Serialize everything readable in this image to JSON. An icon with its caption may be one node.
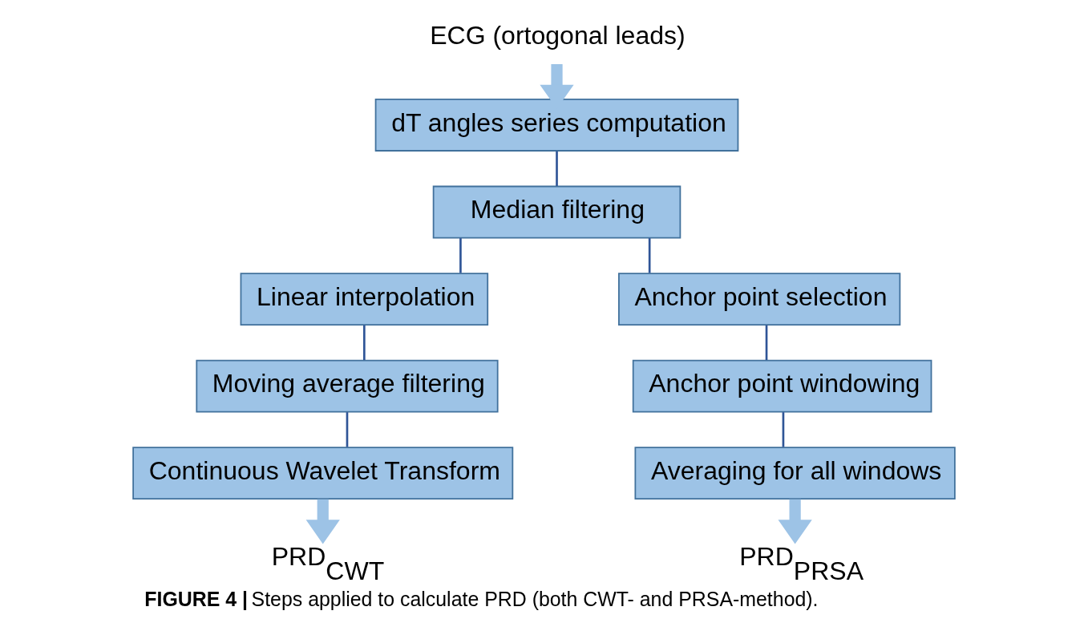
{
  "diagram": {
    "caption": "**FIGURE 4 |** Steps applied to calculate PRD (both CWT- and PRSA-method).",
    "nodes": [
      {
        "text": [
          "ECG (ortogonal leads)"
        ]
      },
      {
        "text": [
          "dT angles series computation"
        ]
      },
      {
        "text": [
          "Median filtering"
        ]
      },
      {
        "text": [
          "Linear interpolation"
        ]
      },
      {
        "text": [
          "Moving average filtering"
        ]
      },
      {
        "text": [
          "Continuous Wavelet Transform"
        ]
      },
      {
        "text": [
          "PRD$_{CWT}$"
        ]
      },
      {
        "text": [
          "Anchor point selection"
        ]
      },
      {
        "text": [
          "Anchor point windowing"
        ]
      },
      {
        "text": [
          "Averaging for all windows"
        ]
      },
      {
        "text": [
          "PRD$_{PRSA}$"
        ]
      }
    ],
    "edges": [
      {
        "from": 0,
        "to": 1,
        "arrow": "to",
        "style": "thick",
        "color": "#9dc3e6"
      },
      {
        "from": 1,
        "to": 2,
        "arrow": "none"
      },
      {
        "from": 2,
        "to": 3,
        "arrow": "none"
      },
      {
        "from": 2,
        "to": 7,
        "arrow": "none"
      },
      {
        "from": 3,
        "to": 4,
        "arrow": "none"
      },
      {
        "from": 4,
        "to": 5,
        "arrow": "none"
      },
      {
        "from": 5,
        "to": 6,
        "arrow": "to",
        "style": "thick",
        "color": "#9dc3e6"
      },
      {
        "from": 7,
        "to": 8,
        "arrow": "none"
      },
      {
        "from": 8,
        "to": 9,
        "arrow": "none"
      },
      {
        "from": 9,
        "to": 10,
        "arrow": "to",
        "style": "thick",
        "color": "#9dc3e6"
      }
    ]
  }
}
